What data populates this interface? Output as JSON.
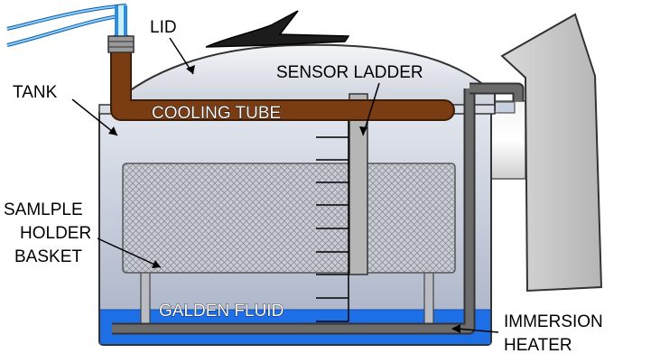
{
  "labels": {
    "lid": "LID",
    "tank": "TANK",
    "sensor_ladder": "SENSOR LADDER",
    "cooling_tube": "COOLING TUBE",
    "sample_holder_line1": "SAMLPLE",
    "sample_holder_line2": "HOLDER",
    "sample_holder_line3": "BASKET",
    "galden_fluid": "GALDEN FLUID",
    "immersion_heater_line1": "IMMERSION",
    "immersion_heater_line2": "HEATER"
  },
  "colors": {
    "tank_top": "#dde2ec",
    "tank_bottom": "#aab4c8",
    "fluid": "#1e6ee6",
    "cooling_tube": "#7a3c12",
    "heater": "#666666",
    "sensor_ladder": "#b4b4b4",
    "basket": "#c8cbd2",
    "hose": "#2a8ee0"
  }
}
